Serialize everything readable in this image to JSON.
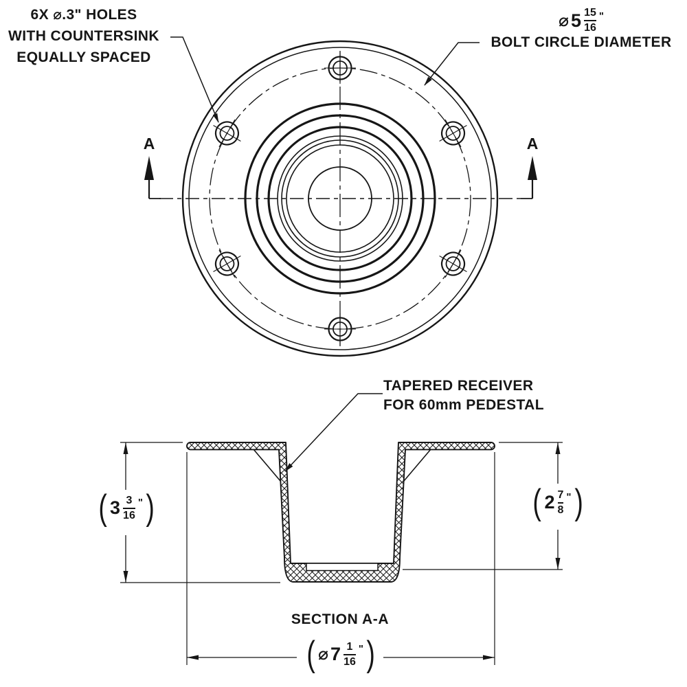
{
  "colors": {
    "ink": "#161616",
    "bg": "#ffffff"
  },
  "top_view": {
    "section_label_left": "A",
    "section_label_right": "A",
    "holes_note": {
      "line1": "6X ⌀.3\" HOLES",
      "line2": "WITH COUNTERSINK",
      "line3": "EQUALLY SPACED"
    },
    "bolt_circle_dim": {
      "prefix": "⌀",
      "whole": "5",
      "numerator": "15",
      "denominator": "16",
      "unit": "\""
    },
    "bolt_circle_label": "BOLT CIRCLE DIAMETER"
  },
  "section_view": {
    "receiver_note": {
      "line1": "TAPERED RECEIVER",
      "line2": "FOR 60mm PEDESTAL"
    },
    "height_dim": {
      "open_paren": "(",
      "whole": "3",
      "numerator": "3",
      "denominator": "16",
      "unit": "\"",
      "close_paren": ")"
    },
    "depth_dim": {
      "open_paren": "(",
      "whole": "2",
      "numerator": "7",
      "denominator": "8",
      "unit": "\"",
      "close_paren": ")"
    },
    "width_dim": {
      "open_paren": "(",
      "prefix": "⌀",
      "whole": "7",
      "numerator": "1",
      "denominator": "16",
      "unit": "\"",
      "close_paren": ")"
    },
    "caption": "SECTION A-A"
  }
}
